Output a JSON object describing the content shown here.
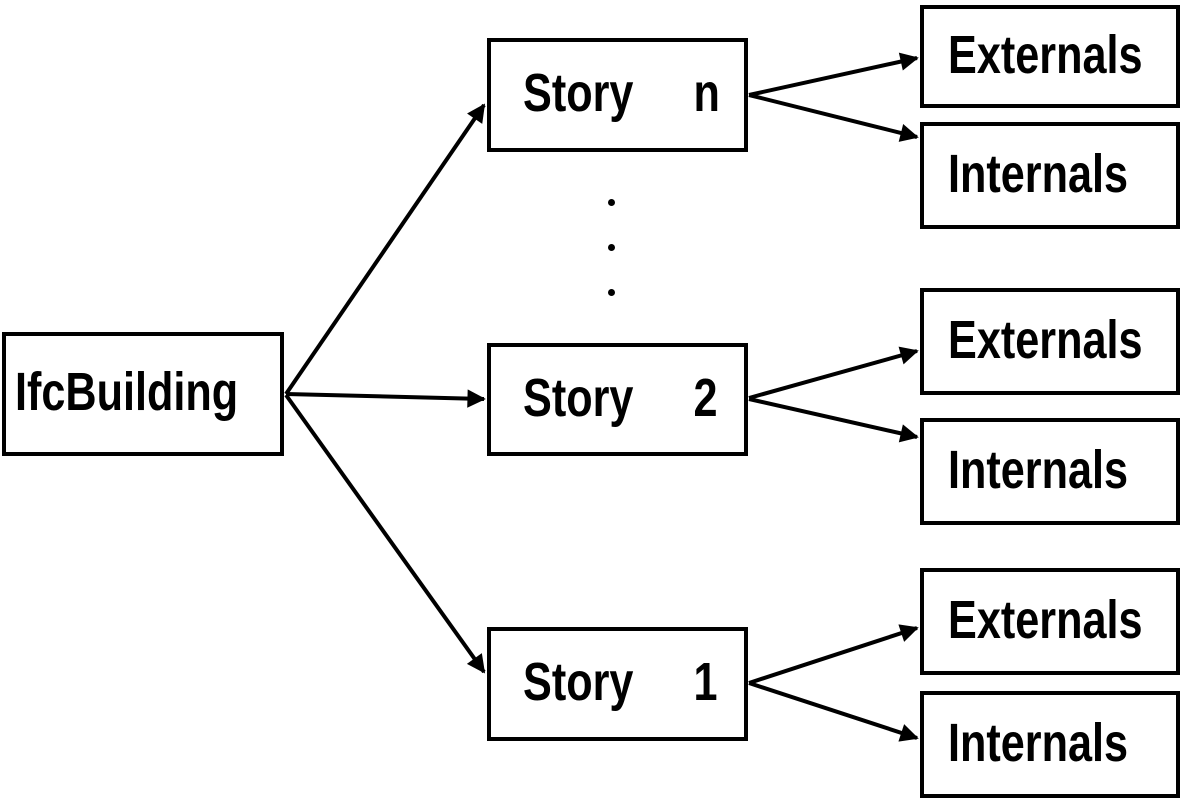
{
  "diagram": {
    "background_color": "#ffffff",
    "line_color": "#000000",
    "text_color": "#000000",
    "root": {
      "label": "IfcBuilding"
    },
    "stories": [
      {
        "id": "story-n",
        "word": "Story",
        "index": "n",
        "externals_label": "Externals",
        "internals_label": "Internals"
      },
      {
        "id": "story-2",
        "word": "Story",
        "index": "2",
        "externals_label": "Externals",
        "internals_label": "Internals"
      },
      {
        "id": "story-1",
        "word": "Story",
        "index": "1",
        "externals_label": "Externals",
        "internals_label": "Internals"
      }
    ],
    "ellipsis": {
      "icon": "vertical-ellipsis-icon",
      "dot_count": 3
    },
    "edges": [
      {
        "from": "IfcBuilding",
        "to": "Story n"
      },
      {
        "from": "IfcBuilding",
        "to": "Story 2"
      },
      {
        "from": "IfcBuilding",
        "to": "Story 1"
      },
      {
        "from": "Story n",
        "to": "Externals"
      },
      {
        "from": "Story n",
        "to": "Internals"
      },
      {
        "from": "Story 2",
        "to": "Externals"
      },
      {
        "from": "Story 2",
        "to": "Internals"
      },
      {
        "from": "Story 1",
        "to": "Externals"
      },
      {
        "from": "Story 1",
        "to": "Internals"
      }
    ]
  }
}
